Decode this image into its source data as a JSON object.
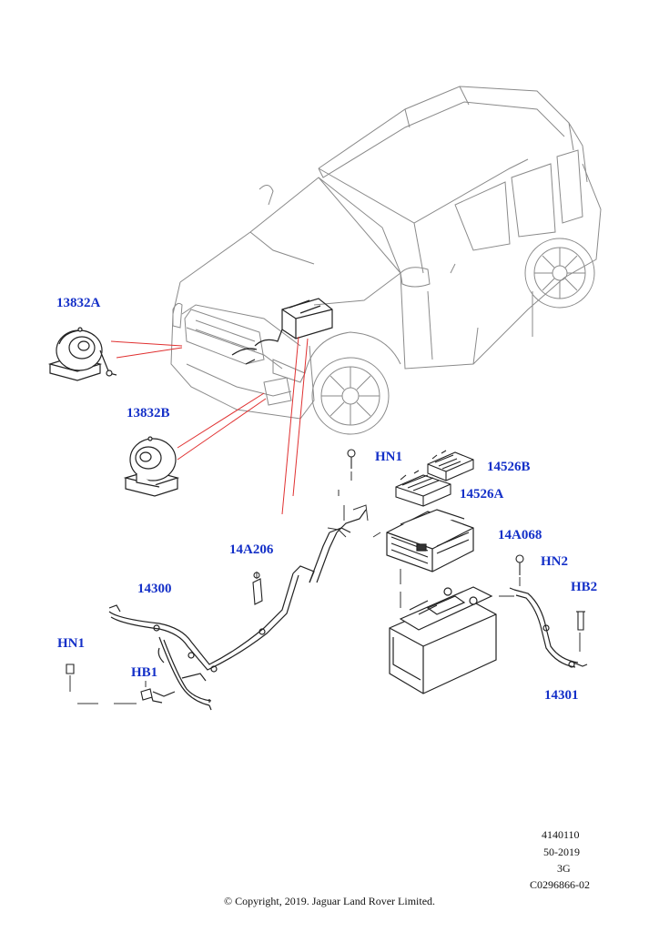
{
  "callouts": {
    "horn_a": "13832A",
    "horn_b": "13832B",
    "hn1_top": "HN1",
    "fuse_b": "14526B",
    "fuse_a": "14526A",
    "module": "14A068",
    "hn2": "HN2",
    "hb2": "HB2",
    "clip": "14A206",
    "harness": "14300",
    "hn1_left": "HN1",
    "hb1": "HB1",
    "neg_cable": "14301"
  },
  "meta": {
    "code1": "4140110",
    "code2": "50-2019",
    "code3": "3G",
    "code4": "C0296866-02"
  },
  "copyright": "© Copyright, 2019. Jaguar Land Rover Limited.",
  "colors": {
    "callout": "#1430c8",
    "leader": "#e03030",
    "line": "#555555"
  }
}
